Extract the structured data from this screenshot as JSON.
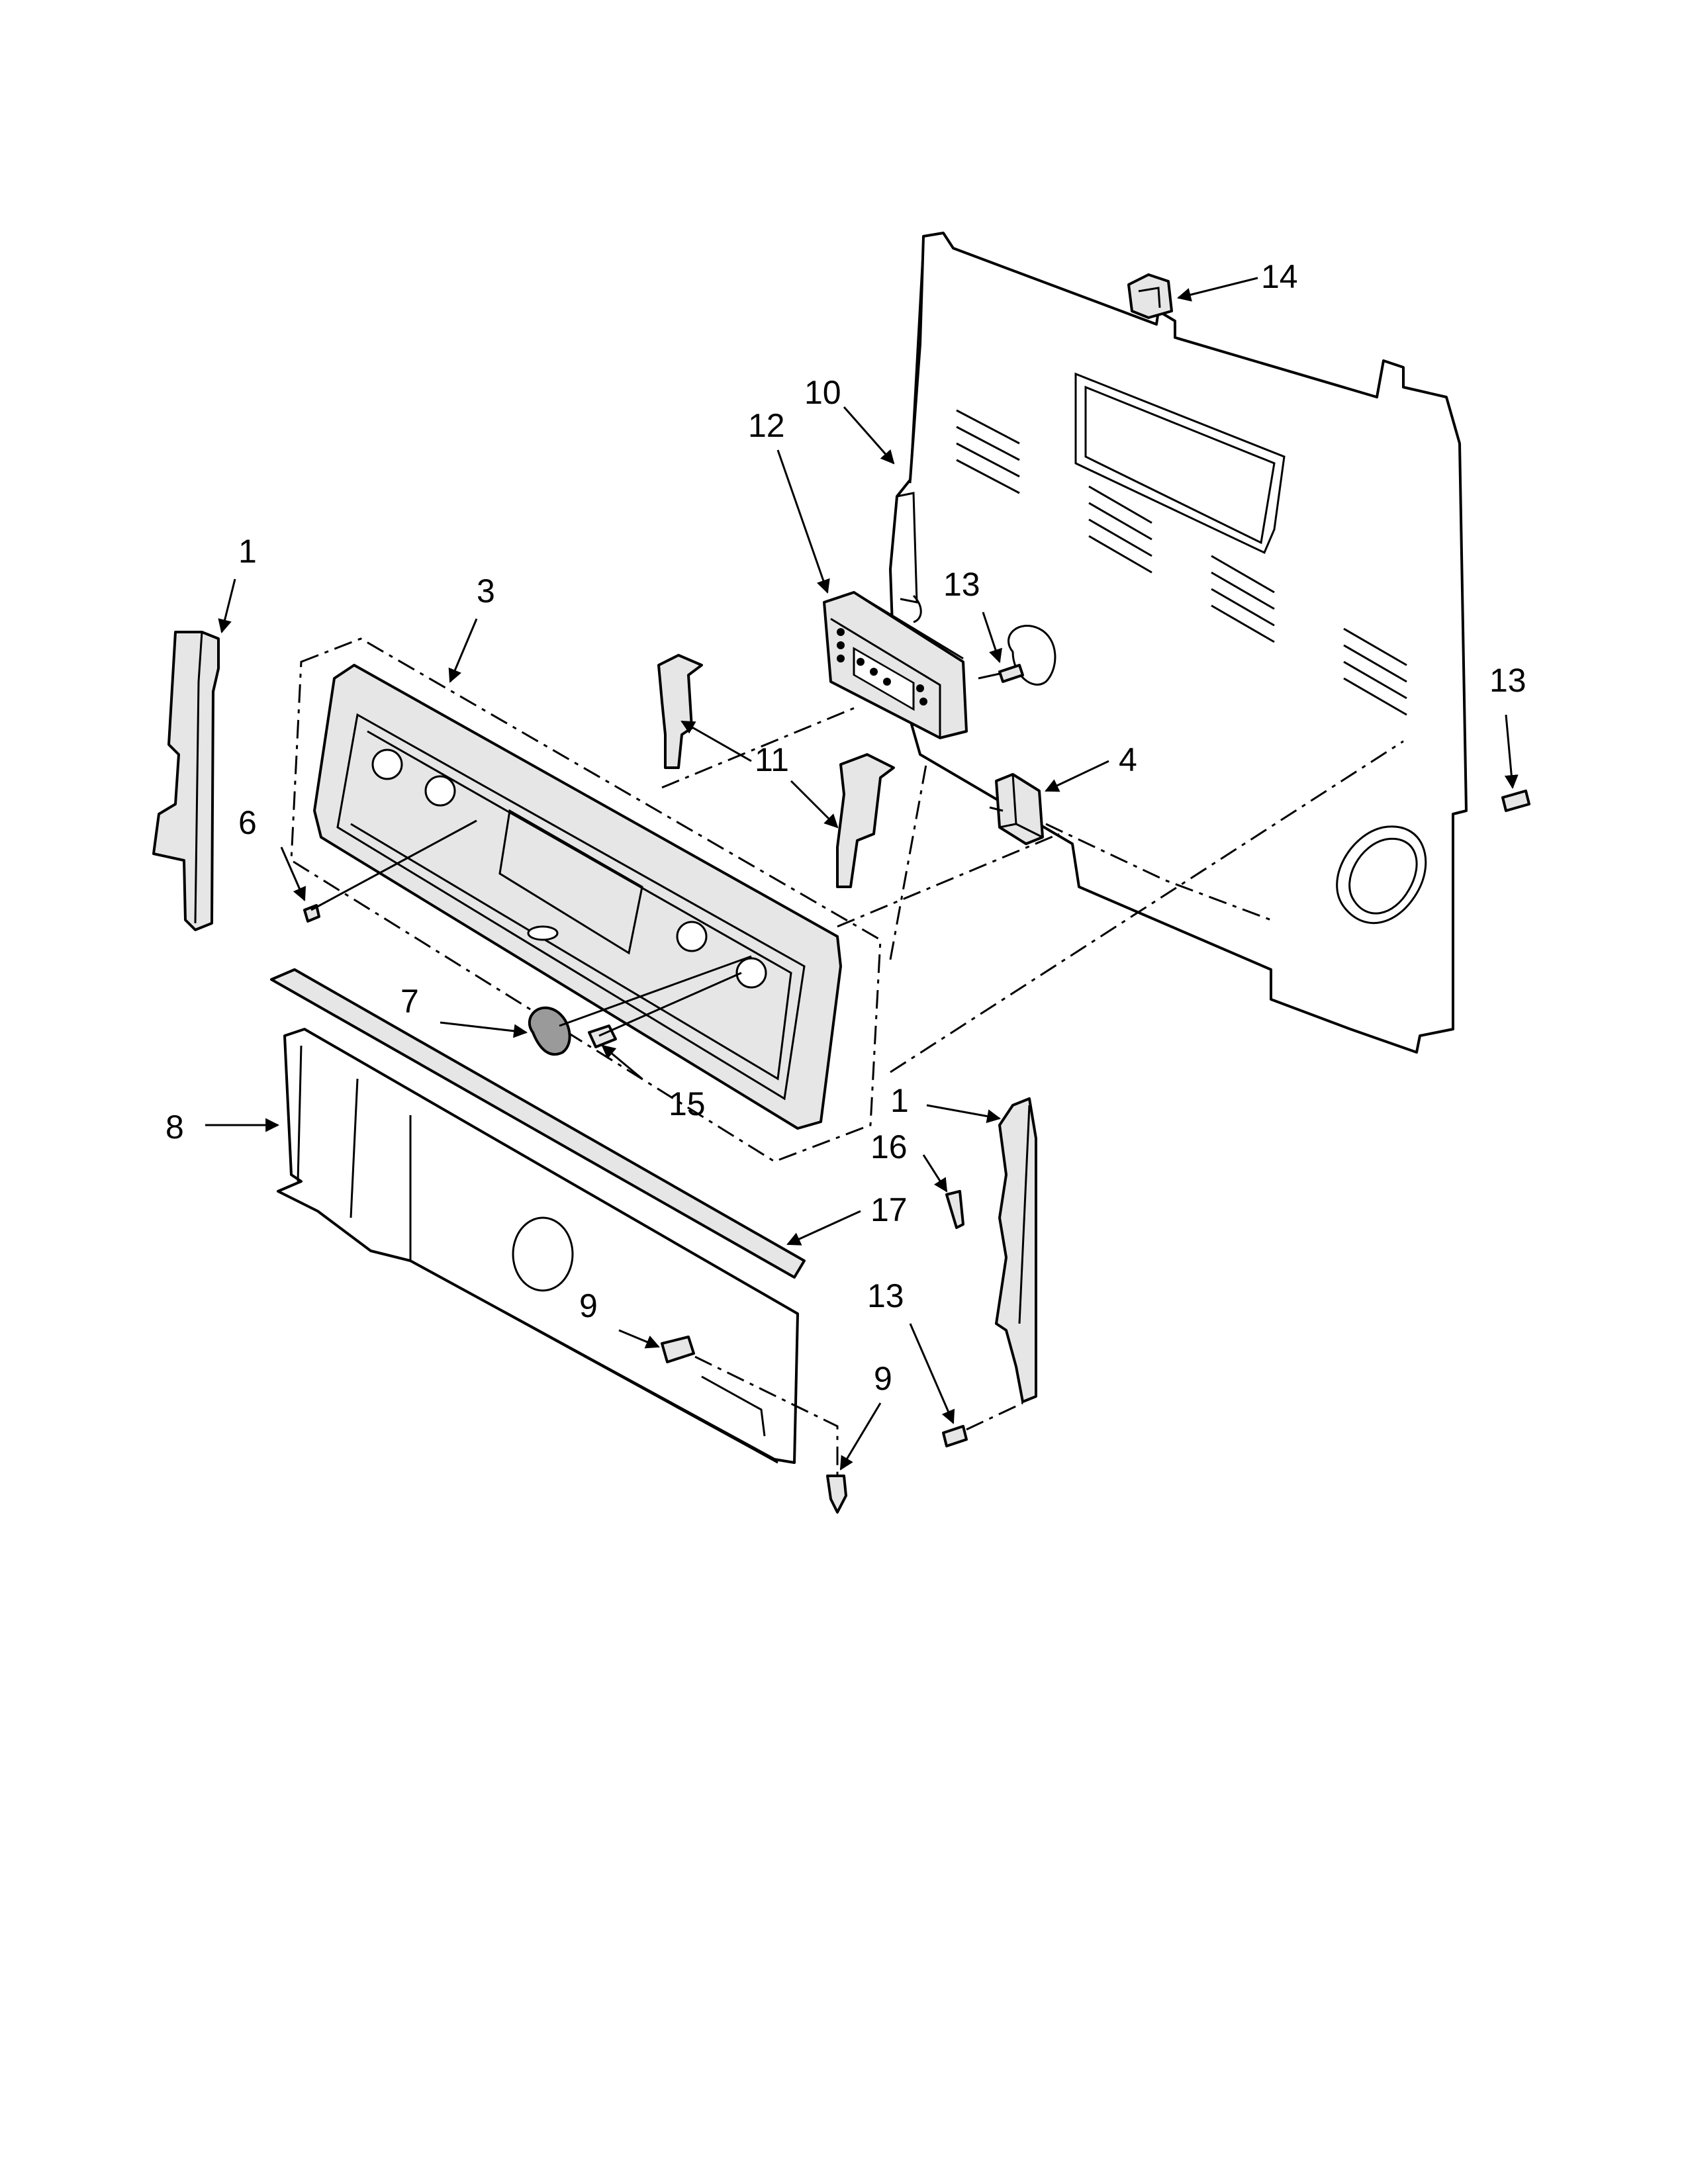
{
  "callouts": {
    "c1_left": "1",
    "c1_right": "1",
    "c3": "3",
    "c4": "4",
    "c6": "6",
    "c7": "7",
    "c8": "8",
    "c9_upper": "9",
    "c9_lower": "9",
    "c10": "10",
    "c11": "11",
    "c12": "12",
    "c13_control": "13",
    "c13_right": "13",
    "c13_bottom": "13",
    "c14": "14",
    "c15": "15",
    "c16": "16",
    "c17": "17"
  }
}
